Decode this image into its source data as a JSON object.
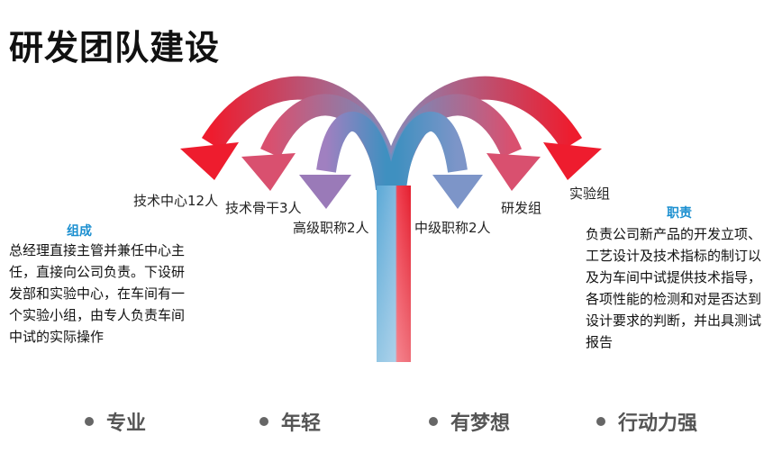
{
  "title": "研发团队建设",
  "diagram": {
    "left_labels": [
      "技术中心12人",
      "技术骨干3人",
      "高级职称2人"
    ],
    "right_labels": [
      "中级职称2人",
      "研发组",
      "实验组"
    ]
  },
  "left_section": {
    "heading": "组成",
    "lines": [
      "总经理直接主管并兼任中心主",
      "任，直接向公司负责。下设研",
      "发部和实验中心，在车间有一",
      "个实验小组，由专人负责车间",
      "中试的实际操作"
    ]
  },
  "right_section": {
    "heading": "职责",
    "lines": [
      "负责公司新产品的开发立项、",
      "工艺设计及技术指标的制订以",
      "及为车间中试提供技术指导，",
      "各项性能的检测和对是否达到",
      "设计要求的判断，并出具测试",
      "报告"
    ]
  },
  "keywords": [
    "专业",
    "年轻",
    "有梦想",
    "行动力强"
  ],
  "colors": {
    "accent_blue": "#1b8fd0",
    "arrow_red": "#ee1c2e",
    "arrow_pink": "#d95070",
    "arrow_purple": "#9a7ab8",
    "arrow_blue": "#3a8fc0"
  }
}
